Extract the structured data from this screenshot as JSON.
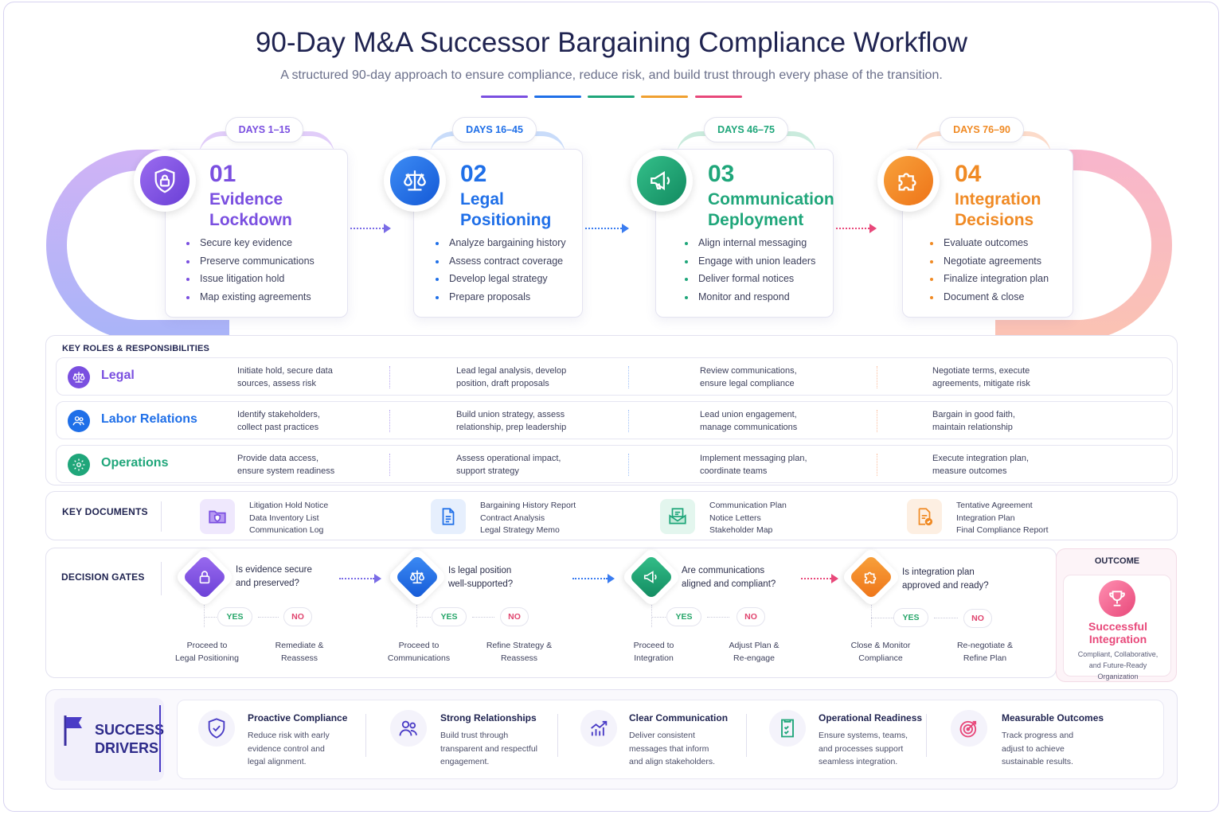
{
  "header": {
    "title": "90-Day M&A Successor Bargaining Compliance Workflow",
    "subtitle": "A structured 90-day approach to ensure compliance, reduce risk, and build trust through every phase of the transition."
  },
  "colors": {
    "purple": "#7a4fe0",
    "blue": "#1f6fe8",
    "green": "#1fa67a",
    "orange": "#f08a24",
    "pink": "#e8487a"
  },
  "phases": [
    {
      "days": "DAYS 1–15",
      "num": "01",
      "name_line1": "Evidence",
      "name_line2": "Lockdown",
      "icon": "lock-shield-icon",
      "items": [
        "Secure key evidence",
        "Preserve communications",
        "Issue litigation hold",
        "Map existing agreements"
      ]
    },
    {
      "days": "DAYS 16–45",
      "num": "02",
      "name_line1": "Legal",
      "name_line2": "Positioning",
      "icon": "scales-icon",
      "items": [
        "Analyze bargaining history",
        "Assess contract coverage",
        "Develop legal strategy",
        "Prepare proposals"
      ]
    },
    {
      "days": "DAYS 46–75",
      "num": "03",
      "name_line1": "Communication",
      "name_line2": "Deployment",
      "icon": "megaphone-icon",
      "items": [
        "Align internal messaging",
        "Engage with union leaders",
        "Deliver formal notices",
        "Monitor and respond"
      ]
    },
    {
      "days": "DAYS 76–90",
      "num": "04",
      "name_line1": "Integration",
      "name_line2": "Decisions",
      "icon": "puzzle-icon",
      "items": [
        "Evaluate outcomes",
        "Negotiate agreements",
        "Finalize integration plan",
        "Document & close"
      ]
    }
  ],
  "roles": {
    "label": "KEY ROLES & RESPONSIBILITIES",
    "rows": [
      {
        "name": "Legal",
        "icon": "scales-icon",
        "cells": [
          "Initiate hold, secure data\nsources, assess risk",
          "Lead legal analysis, develop\nposition, draft proposals",
          "Review communications,\nensure legal compliance",
          "Negotiate terms, execute\nagreements, mitigate risk"
        ]
      },
      {
        "name": "Labor Relations",
        "icon": "people-icon",
        "cells": [
          "Identify stakeholders,\ncollect past practices",
          "Build union strategy, assess\nrelationship, prep leadership",
          "Lead union engagement,\nmanage communications",
          "Bargain in good faith,\nmaintain relationship"
        ]
      },
      {
        "name": "Operations",
        "icon": "gear-icon",
        "cells": [
          "Provide data access,\nensure system readiness",
          "Assess operational impact,\nsupport strategy",
          "Implement messaging plan,\ncoordinate teams",
          "Execute integration plan,\nmeasure outcomes"
        ]
      }
    ]
  },
  "documents": {
    "label": "KEY DOCUMENTS",
    "groups": [
      {
        "icon": "folder-shield-icon",
        "items": "Litigation Hold Notice\nData Inventory List\nCommunication Log"
      },
      {
        "icon": "document-icon",
        "items": "Bargaining History Report\nContract Analysis\nLegal Strategy Memo"
      },
      {
        "icon": "mail-document-icon",
        "items": "Communication Plan\nNotice Letters\nStakeholder Map"
      },
      {
        "icon": "document-check-icon",
        "items": "Tentative Agreement\nIntegration Plan\nFinal Compliance Report"
      }
    ]
  },
  "gates": {
    "label": "DECISION GATES",
    "yes_label": "YES",
    "no_label": "NO",
    "items": [
      {
        "icon": "lock-icon",
        "question": "Is evidence secure\nand preserved?",
        "yes_outcome": "Proceed to\nLegal Positioning",
        "no_outcome": "Remediate &\nReassess"
      },
      {
        "icon": "scales-icon",
        "question": "Is legal position\nwell-supported?",
        "yes_outcome": "Proceed to\nCommunications",
        "no_outcome": "Refine Strategy &\nReassess"
      },
      {
        "icon": "megaphone-icon",
        "question": "Are communications\naligned and compliant?",
        "yes_outcome": "Proceed to\nIntegration",
        "no_outcome": "Adjust Plan &\nRe-engage"
      },
      {
        "icon": "puzzle-icon",
        "question": "Is integration plan\napproved and ready?",
        "yes_outcome": "Close & Monitor\nCompliance",
        "no_outcome": "Re-negotiate &\nRefine Plan"
      }
    ],
    "outcome": {
      "label": "OUTCOME",
      "title": "Successful\nIntegration",
      "desc": "Compliant, Collaborative,\nand Future-Ready\nOrganization",
      "icon": "trophy-icon"
    }
  },
  "drivers": {
    "label_line1": "SUCCESS",
    "label_line2": "DRIVERS",
    "icon": "flag-icon",
    "items": [
      {
        "title": "Proactive Compliance",
        "desc": "Reduce risk with early\nevidence control and\nlegal alignment.",
        "icon": "shield-check-icon"
      },
      {
        "title": "Strong Relationships",
        "desc": "Build trust through\ntransparent and respectful\nengagement.",
        "icon": "people-icon"
      },
      {
        "title": "Clear Communication",
        "desc": "Deliver consistent\nmessages that inform\nand align stakeholders.",
        "icon": "chart-growth-icon"
      },
      {
        "title": "Operational Readiness",
        "desc": "Ensure systems, teams,\nand processes support\nseamless integration.",
        "icon": "checklist-icon"
      },
      {
        "title": "Measurable Outcomes",
        "desc": "Track progress and\nadjust to achieve\nsustainable results.",
        "icon": "target-icon"
      }
    ]
  }
}
